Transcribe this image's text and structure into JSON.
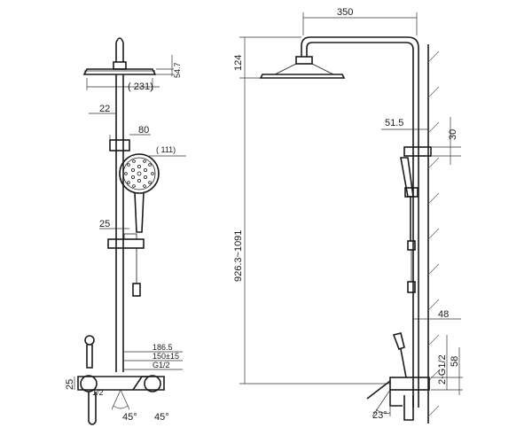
{
  "left_view": {
    "d_54_7": "54.7",
    "d_231": "( 231)",
    "d_22": "22",
    "d_80": "80",
    "d_111": "( 111)",
    "d_25_top": "25",
    "d_186_5": "186.5",
    "d_150": "150±15",
    "d_g12": "G1/2",
    "d_25_bottom": "25",
    "d_12": "1/2",
    "d_45_left": "45°",
    "d_45_right": "45°"
  },
  "right_view": {
    "d_350": "350",
    "d_124": "124",
    "d_height": "926.3~1091",
    "d_51_5": "51.5",
    "d_30": "30",
    "d_48": "48",
    "d_2g12": "2-G1/2",
    "d_58": "58",
    "d_23": "23°"
  }
}
